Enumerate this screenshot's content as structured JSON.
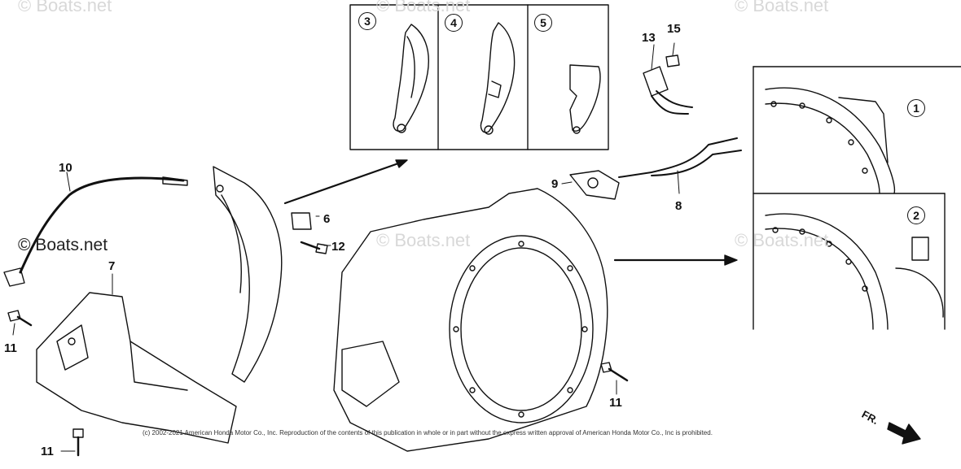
{
  "watermarks": [
    "© Boats.net",
    "© Boats.net",
    "© Boats.net",
    "© Boats.net",
    "© Boats.net",
    "© Boats.net"
  ],
  "part_labels": {
    "p3": "3",
    "p4": "4",
    "p5": "5",
    "p1": "1",
    "p2": "2",
    "p6": "6",
    "p7": "7",
    "p8": "8",
    "p9": "9",
    "p10": "10",
    "p11a": "11",
    "p11b": "11",
    "p11c": "11",
    "p12": "12",
    "p13": "13",
    "p15": "15"
  },
  "direction_label": "FR.",
  "copyright": "(c) 2002-2021 American Honda Motor Co., Inc. Reproduction of the contents of this publication in whole or in part without the express written approval of American Honda Motor Co., Inc is prohibited."
}
